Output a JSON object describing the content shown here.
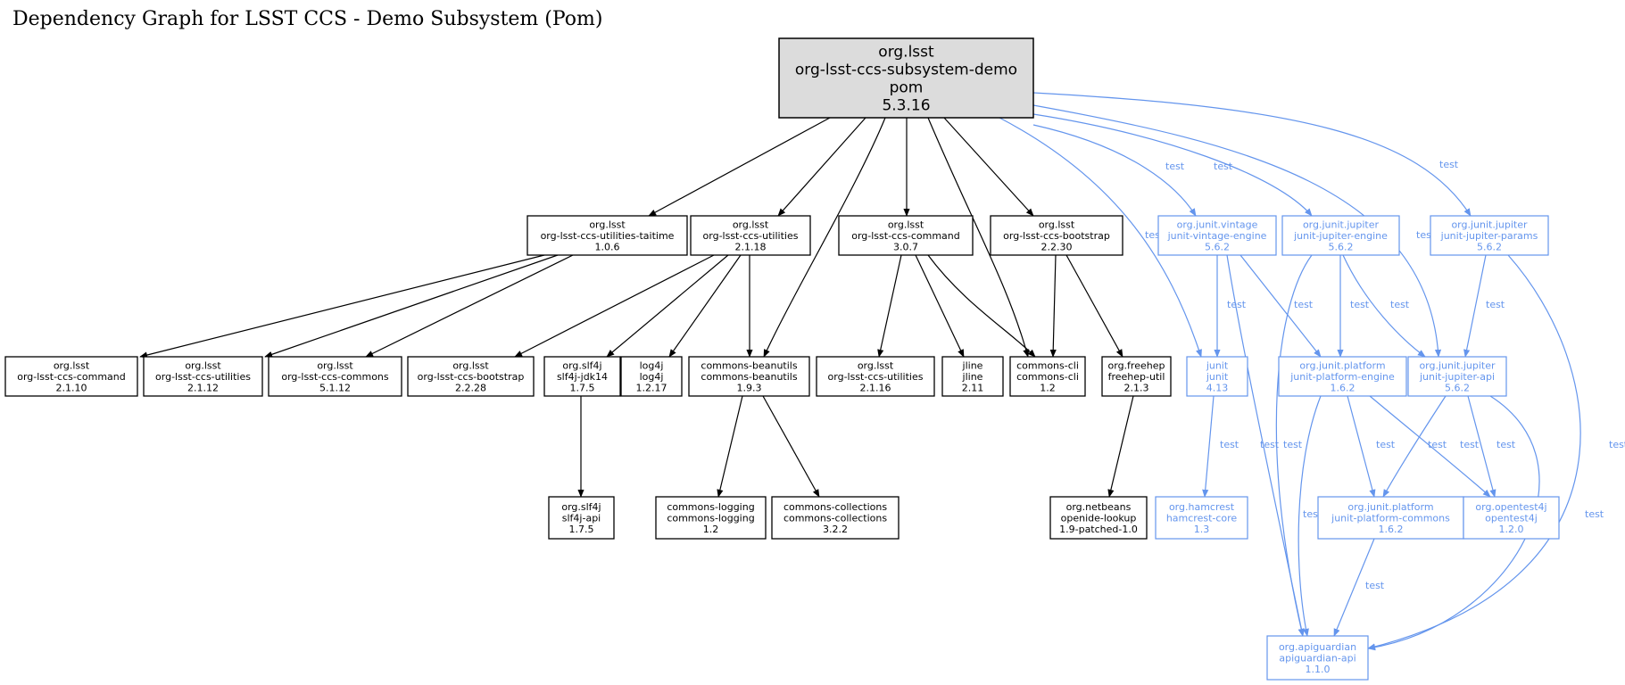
{
  "title": "Dependency Graph for LSST CCS - Demo Subsystem (Pom)",
  "colors": {
    "compile": "#000000",
    "test": "#6495ed",
    "root_fill": "#dcdcdc"
  },
  "nodes": [
    {
      "id": "root",
      "lines": [
        "org.lsst",
        "org-lsst-ccs-subsystem-demo",
        "pom",
        "5.3.16"
      ],
      "kind": "root"
    },
    {
      "id": "taitime",
      "lines": [
        "org.lsst",
        "org-lsst-ccs-utilities-taitime",
        "1.0.6"
      ],
      "kind": "compile"
    },
    {
      "id": "util2118",
      "lines": [
        "org.lsst",
        "org-lsst-ccs-utilities",
        "2.1.18"
      ],
      "kind": "compile"
    },
    {
      "id": "cmd307",
      "lines": [
        "org.lsst",
        "org-lsst-ccs-command",
        "3.0.7"
      ],
      "kind": "compile"
    },
    {
      "id": "boot2230",
      "lines": [
        "org.lsst",
        "org-lsst-ccs-bootstrap",
        "2.2.30"
      ],
      "kind": "compile"
    },
    {
      "id": "vintage",
      "lines": [
        "org.junit.vintage",
        "junit-vintage-engine",
        "5.6.2"
      ],
      "kind": "test"
    },
    {
      "id": "jupeng",
      "lines": [
        "org.junit.jupiter",
        "junit-jupiter-engine",
        "5.6.2"
      ],
      "kind": "test"
    },
    {
      "id": "jupparams",
      "lines": [
        "org.junit.jupiter",
        "junit-jupiter-params",
        "5.6.2"
      ],
      "kind": "test"
    },
    {
      "id": "cmd2110",
      "lines": [
        "org.lsst",
        "org-lsst-ccs-command",
        "2.1.10"
      ],
      "kind": "compile"
    },
    {
      "id": "util2112",
      "lines": [
        "org.lsst",
        "org-lsst-ccs-utilities",
        "2.1.12"
      ],
      "kind": "compile"
    },
    {
      "id": "commons5112",
      "lines": [
        "org.lsst",
        "org-lsst-ccs-commons",
        "5.1.12"
      ],
      "kind": "compile"
    },
    {
      "id": "boot2228",
      "lines": [
        "org.lsst",
        "org-lsst-ccs-bootstrap",
        "2.2.28"
      ],
      "kind": "compile"
    },
    {
      "id": "slf4jjdk",
      "lines": [
        "org.slf4j",
        "slf4j-jdk14",
        "1.7.5"
      ],
      "kind": "compile"
    },
    {
      "id": "log4j",
      "lines": [
        "log4j",
        "log4j",
        "1.2.17"
      ],
      "kind": "compile"
    },
    {
      "id": "beanutils",
      "lines": [
        "commons-beanutils",
        "commons-beanutils",
        "1.9.3"
      ],
      "kind": "compile"
    },
    {
      "id": "util2116",
      "lines": [
        "org.lsst",
        "org-lsst-ccs-utilities",
        "2.1.16"
      ],
      "kind": "compile"
    },
    {
      "id": "jline",
      "lines": [
        "jline",
        "jline",
        "2.11"
      ],
      "kind": "compile"
    },
    {
      "id": "cli",
      "lines": [
        "commons-cli",
        "commons-cli",
        "1.2"
      ],
      "kind": "compile"
    },
    {
      "id": "freehep",
      "lines": [
        "org.freehep",
        "freehep-util",
        "2.1.3"
      ],
      "kind": "compile"
    },
    {
      "id": "junit",
      "lines": [
        "junit",
        "junit",
        "4.13"
      ],
      "kind": "test"
    },
    {
      "id": "platformeng",
      "lines": [
        "org.junit.platform",
        "junit-platform-engine",
        "1.6.2"
      ],
      "kind": "test"
    },
    {
      "id": "jupapi",
      "lines": [
        "org.junit.jupiter",
        "junit-jupiter-api",
        "5.6.2"
      ],
      "kind": "test"
    },
    {
      "id": "slf4japi",
      "lines": [
        "org.slf4j",
        "slf4j-api",
        "1.7.5"
      ],
      "kind": "compile"
    },
    {
      "id": "logging",
      "lines": [
        "commons-logging",
        "commons-logging",
        "1.2"
      ],
      "kind": "compile"
    },
    {
      "id": "collections",
      "lines": [
        "commons-collections",
        "commons-collections",
        "3.2.2"
      ],
      "kind": "compile"
    },
    {
      "id": "openide",
      "lines": [
        "org.netbeans",
        "openide-lookup",
        "1.9-patched-1.0"
      ],
      "kind": "compile"
    },
    {
      "id": "hamcrest",
      "lines": [
        "org.hamcrest",
        "hamcrest-core",
        "1.3"
      ],
      "kind": "test"
    },
    {
      "id": "platformcommons",
      "lines": [
        "org.junit.platform",
        "junit-platform-commons",
        "1.6.2"
      ],
      "kind": "test"
    },
    {
      "id": "opentest4j",
      "lines": [
        "org.opentest4j",
        "opentest4j",
        "1.2.0"
      ],
      "kind": "test"
    },
    {
      "id": "apiguardian",
      "lines": [
        "org.apiguardian",
        "apiguardian-api",
        "1.1.0"
      ],
      "kind": "test"
    }
  ],
  "edges": [
    {
      "id": "e1",
      "from": "root",
      "to": "taitime",
      "kind": "compile",
      "label": ""
    },
    {
      "id": "e2",
      "from": "root",
      "to": "util2118",
      "kind": "compile",
      "label": ""
    },
    {
      "id": "e3",
      "from": "root",
      "to": "beanutils",
      "kind": "compile",
      "label": ""
    },
    {
      "id": "e4",
      "from": "root",
      "to": "cmd307",
      "kind": "compile",
      "label": ""
    },
    {
      "id": "e5",
      "from": "root",
      "to": "cli",
      "kind": "compile",
      "label": ""
    },
    {
      "id": "e6",
      "from": "root",
      "to": "boot2230",
      "kind": "compile",
      "label": ""
    },
    {
      "id": "e7",
      "from": "root",
      "to": "junit",
      "kind": "test",
      "label": "test"
    },
    {
      "id": "e8",
      "from": "root",
      "to": "vintage",
      "kind": "test",
      "label": "test"
    },
    {
      "id": "e9",
      "from": "root",
      "to": "jupeng",
      "kind": "test",
      "label": "test"
    },
    {
      "id": "e10",
      "from": "root",
      "to": "jupapi",
      "kind": "test",
      "label": "test"
    },
    {
      "id": "e11",
      "from": "root",
      "to": "jupparams",
      "kind": "test",
      "label": "test"
    },
    {
      "id": "e12",
      "from": "taitime",
      "to": "cmd2110",
      "kind": "compile",
      "label": ""
    },
    {
      "id": "e13",
      "from": "taitime",
      "to": "util2112",
      "kind": "compile",
      "label": ""
    },
    {
      "id": "e14",
      "from": "taitime",
      "to": "commons5112",
      "kind": "compile",
      "label": ""
    },
    {
      "id": "e15",
      "from": "util2118",
      "to": "boot2228",
      "kind": "compile",
      "label": ""
    },
    {
      "id": "e16",
      "from": "util2118",
      "to": "slf4jjdk",
      "kind": "compile",
      "label": ""
    },
    {
      "id": "e17",
      "from": "util2118",
      "to": "log4j",
      "kind": "compile",
      "label": ""
    },
    {
      "id": "e18",
      "from": "util2118",
      "to": "beanutils",
      "kind": "compile",
      "label": ""
    },
    {
      "id": "e19",
      "from": "cmd307",
      "to": "util2116",
      "kind": "compile",
      "label": ""
    },
    {
      "id": "e20",
      "from": "cmd307",
      "to": "jline",
      "kind": "compile",
      "label": ""
    },
    {
      "id": "e21",
      "from": "cmd307",
      "to": "cli",
      "kind": "compile",
      "label": ""
    },
    {
      "id": "e22",
      "from": "boot2230",
      "to": "cli",
      "kind": "compile",
      "label": ""
    },
    {
      "id": "e23",
      "from": "boot2230",
      "to": "freehep",
      "kind": "compile",
      "label": ""
    },
    {
      "id": "e24",
      "from": "vintage",
      "to": "junit",
      "kind": "test",
      "label": "test"
    },
    {
      "id": "e25",
      "from": "vintage",
      "to": "platformeng",
      "kind": "test",
      "label": "test"
    },
    {
      "id": "e26",
      "from": "vintage",
      "to": "apiguardian",
      "kind": "test",
      "label": "test"
    },
    {
      "id": "e27",
      "from": "jupeng",
      "to": "apiguardian",
      "kind": "test",
      "label": "test"
    },
    {
      "id": "e28",
      "from": "jupeng",
      "to": "platformeng",
      "kind": "test",
      "label": "test"
    },
    {
      "id": "e29",
      "from": "jupeng",
      "to": "jupapi",
      "kind": "test",
      "label": "test"
    },
    {
      "id": "e30",
      "from": "jupparams",
      "to": "jupapi",
      "kind": "test",
      "label": "test"
    },
    {
      "id": "e31",
      "from": "jupparams",
      "to": "apiguardian",
      "kind": "test",
      "label": "test"
    },
    {
      "id": "e32",
      "from": "slf4jjdk",
      "to": "slf4japi",
      "kind": "compile",
      "label": ""
    },
    {
      "id": "e33",
      "from": "beanutils",
      "to": "logging",
      "kind": "compile",
      "label": ""
    },
    {
      "id": "e34",
      "from": "beanutils",
      "to": "collections",
      "kind": "compile",
      "label": ""
    },
    {
      "id": "e35",
      "from": "freehep",
      "to": "openide",
      "kind": "compile",
      "label": ""
    },
    {
      "id": "e36",
      "from": "junit",
      "to": "hamcrest",
      "kind": "test",
      "label": "test"
    },
    {
      "id": "e37",
      "from": "platformeng",
      "to": "apiguardian",
      "kind": "test",
      "label": "test"
    },
    {
      "id": "e38",
      "from": "platformeng",
      "to": "platformcommons",
      "kind": "test",
      "label": "test"
    },
    {
      "id": "e39",
      "from": "platformeng",
      "to": "opentest4j",
      "kind": "test",
      "label": "test"
    },
    {
      "id": "e40",
      "from": "jupapi",
      "to": "platformcommons",
      "kind": "test",
      "label": "test"
    },
    {
      "id": "e41",
      "from": "jupapi",
      "to": "opentest4j",
      "kind": "test",
      "label": "test"
    },
    {
      "id": "e42",
      "from": "jupapi",
      "to": "apiguardian",
      "kind": "test",
      "label": "test"
    },
    {
      "id": "e43",
      "from": "platformcommons",
      "to": "apiguardian",
      "kind": "test",
      "label": "test"
    }
  ]
}
